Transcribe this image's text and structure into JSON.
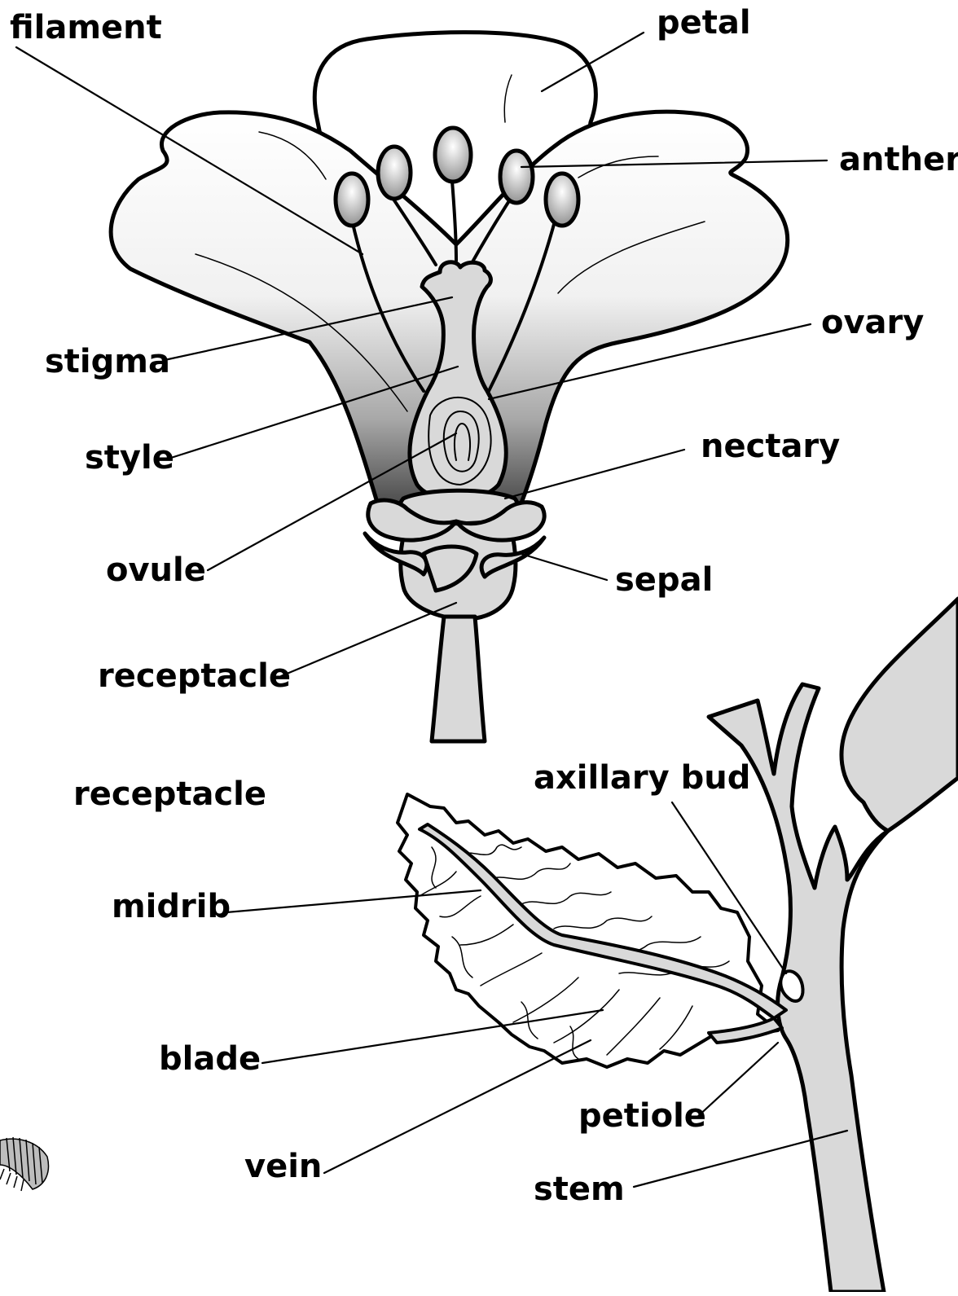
{
  "labels": {
    "filament": "filament",
    "petal": "petal",
    "anther": "anther",
    "ovary": "ovary",
    "stigma": "stigma",
    "style": "style",
    "nectary": "nectary",
    "ovule": "ovule",
    "sepal": "sepal",
    "receptacle": "receptacle",
    "receptacle_extra": "receptacle",
    "axillary_bud": "axillary bud",
    "midrib": "midrib",
    "blade": "blade",
    "petiole": "petiole",
    "vein": "vein",
    "stem": "stem"
  },
  "colors": {
    "ink": "#000000",
    "fill_grey": "#d9d9d9",
    "background": "#ffffff"
  }
}
